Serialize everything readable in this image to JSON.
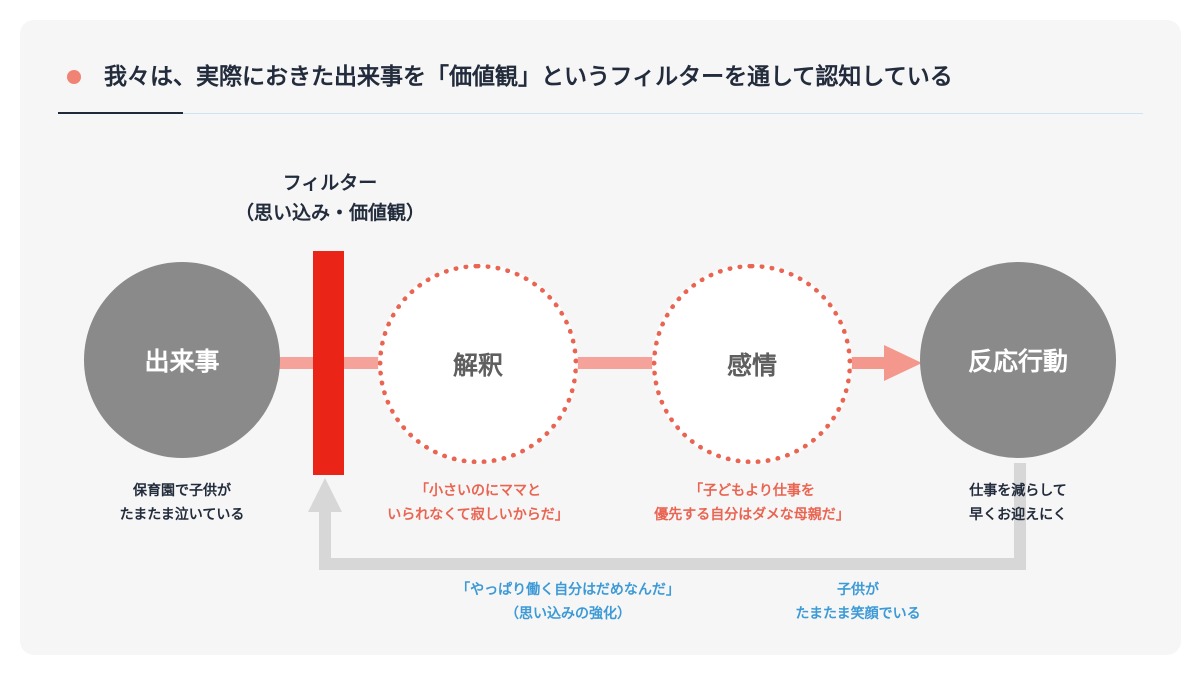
{
  "title": "我々は、実際におきた出来事を「価値観」というフィルターを通して認知している",
  "filter": {
    "line1": "フィルター",
    "line2": "（思い込み・価値観）"
  },
  "nodes": {
    "event": "出来事",
    "interpretation": "解釈",
    "emotion": "感情",
    "action": "反応行動"
  },
  "captions": {
    "event": [
      "保育園で子供が",
      "たまたま泣いている"
    ],
    "interpretation": [
      "「小さいのにママと",
      "いられなくて寂しいからだ」"
    ],
    "emotion": [
      "「子どもより仕事を",
      "優先する自分はダメな母親だ」"
    ],
    "action": [
      "仕事を減らして",
      "早くお迎えにく"
    ],
    "loop_reinforce": [
      "「やっぱり働く自分はだめなんだ」",
      "（思い込みの強化）"
    ],
    "loop_result": [
      "子供が",
      "たまたま笑顔でいる"
    ]
  },
  "colors": {
    "accent_dot": "#f08373",
    "filter_bar": "#ea2417",
    "flow_pink": "#f5a29a",
    "arrow_pink": "#f4988d",
    "dotted_red": "#ea6452",
    "circle_gray": "#8a8a8a",
    "loop_gray": "#d7d7d7",
    "blue_text": "#3d9ad6",
    "title_text": "#232c3c"
  }
}
